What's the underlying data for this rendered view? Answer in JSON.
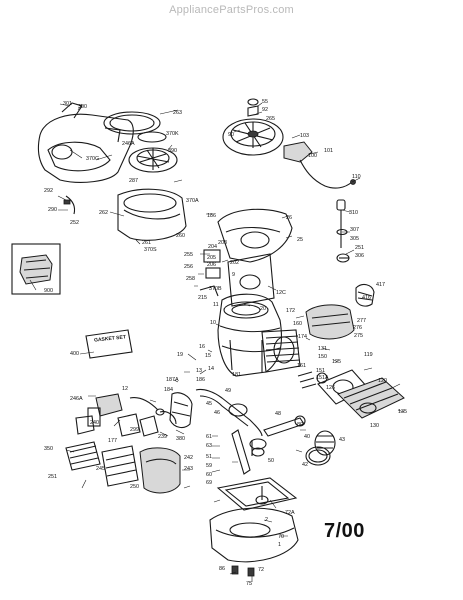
{
  "watermark": "AppliancePartsPros.com",
  "revision": "7/00",
  "gasket_set_label": "GASKET SET",
  "callouts": [
    {
      "id": "301"
    },
    {
      "id": "300"
    },
    {
      "id": "263"
    },
    {
      "id": "370G"
    },
    {
      "id": "370K"
    },
    {
      "id": "246A"
    },
    {
      "id": "390"
    },
    {
      "id": "287"
    },
    {
      "id": "55"
    },
    {
      "id": "92"
    },
    {
      "id": "265"
    },
    {
      "id": "90"
    },
    {
      "id": "103"
    },
    {
      "id": "100"
    },
    {
      "id": "101"
    },
    {
      "id": "110"
    },
    {
      "id": "292"
    },
    {
      "id": "290"
    },
    {
      "id": "252"
    },
    {
      "id": "370A"
    },
    {
      "id": "262"
    },
    {
      "id": "260"
    },
    {
      "id": "261"
    },
    {
      "id": "370S"
    },
    {
      "id": "186"
    },
    {
      "id": "26"
    },
    {
      "id": "25"
    },
    {
      "id": "310"
    },
    {
      "id": "307"
    },
    {
      "id": "305"
    },
    {
      "id": "251"
    },
    {
      "id": "306"
    },
    {
      "id": "203"
    },
    {
      "id": "204"
    },
    {
      "id": "205"
    },
    {
      "id": "206"
    },
    {
      "id": "202"
    },
    {
      "id": "9"
    },
    {
      "id": "255"
    },
    {
      "id": "256"
    },
    {
      "id": "258"
    },
    {
      "id": "370B"
    },
    {
      "id": "215"
    },
    {
      "id": "12C"
    },
    {
      "id": "900"
    },
    {
      "id": "416"
    },
    {
      "id": "417"
    },
    {
      "id": "277"
    },
    {
      "id": "276"
    },
    {
      "id": "275"
    },
    {
      "id": "11"
    },
    {
      "id": "172"
    },
    {
      "id": "20"
    },
    {
      "id": "160"
    },
    {
      "id": "174"
    },
    {
      "id": "10"
    },
    {
      "id": "400"
    },
    {
      "id": "16"
    },
    {
      "id": "15"
    },
    {
      "id": "131"
    },
    {
      "id": "150"
    },
    {
      "id": "125"
    },
    {
      "id": "119"
    },
    {
      "id": "161"
    },
    {
      "id": "151"
    },
    {
      "id": "151A"
    },
    {
      "id": "120"
    },
    {
      "id": "126"
    },
    {
      "id": "14"
    },
    {
      "id": "19"
    },
    {
      "id": "13"
    },
    {
      "id": "181"
    },
    {
      "id": "187A"
    },
    {
      "id": "186"
    },
    {
      "id": "184"
    },
    {
      "id": "12"
    },
    {
      "id": "49"
    },
    {
      "id": "45"
    },
    {
      "id": "46"
    },
    {
      "id": "48"
    },
    {
      "id": "246A"
    },
    {
      "id": "135"
    },
    {
      "id": "130"
    },
    {
      "id": "240"
    },
    {
      "id": "299"
    },
    {
      "id": "177"
    },
    {
      "id": "239"
    },
    {
      "id": "380"
    },
    {
      "id": "80"
    },
    {
      "id": "40"
    },
    {
      "id": "43"
    },
    {
      "id": "350"
    },
    {
      "id": "245"
    },
    {
      "id": "61"
    },
    {
      "id": "63"
    },
    {
      "id": "51"
    },
    {
      "id": "59"
    },
    {
      "id": "60"
    },
    {
      "id": "50"
    },
    {
      "id": "69"
    },
    {
      "id": "242"
    },
    {
      "id": "243"
    },
    {
      "id": "251"
    },
    {
      "id": "250"
    },
    {
      "id": "42"
    },
    {
      "id": "72A"
    },
    {
      "id": "2"
    },
    {
      "id": "70"
    },
    {
      "id": "1"
    },
    {
      "id": "86"
    },
    {
      "id": "75"
    },
    {
      "id": "72"
    }
  ]
}
